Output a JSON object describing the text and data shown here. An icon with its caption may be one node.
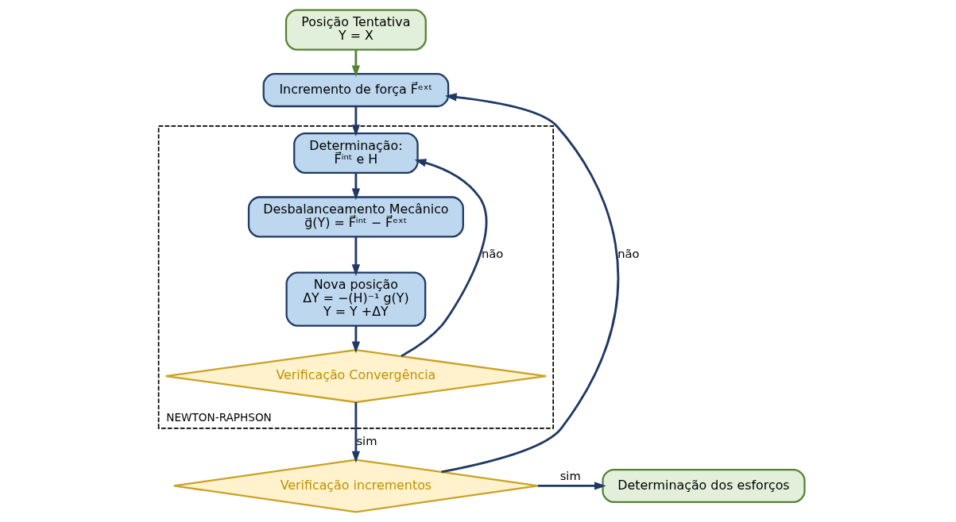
{
  "diagram": {
    "nodes": [
      {
        "text": [
          "Posição Tentativa",
          "Y = X"
        ]
      },
      {
        "text": [
          "Incremento de força F⃗ᵉˣᵗ"
        ]
      },
      {
        "text": [
          "NEWTON-RAPHSON"
        ]
      },
      {
        "text": [
          "Determinação:",
          "F⃗ⁱⁿᵗ e H"
        ],
        "in": 2
      },
      {
        "text": [
          "Desbalanceamento Mecânico",
          "g⃗(Y) = F⃗ⁱⁿᵗ − F⃗ᵉˣᵗ"
        ],
        "in": 2
      },
      {
        "text": [
          "Nova posição",
          "ΔY = −(H)⁻¹ g(Y)",
          "Y = Y +ΔY"
        ],
        "in": 2
      },
      {
        "text": [
          "Verificação Convergência"
        ],
        "in": 2
      },
      {
        "text": [
          "Verificação incrementos"
        ]
      },
      {
        "text": [
          "Determinação dos esforços"
        ]
      }
    ],
    "edges": [
      {
        "from": 0,
        "to": 1,
        "arrow": "to",
        "color": "#548235"
      },
      {
        "from": 1,
        "to": 3,
        "arrow": "to"
      },
      {
        "from": 3,
        "to": 4,
        "arrow": "to"
      },
      {
        "from": 4,
        "to": 5,
        "arrow": "to"
      },
      {
        "from": 5,
        "to": 6,
        "arrow": "to"
      },
      {
        "from": 6,
        "to": 3,
        "arrow": "to",
        "label": "não"
      },
      {
        "from": 6,
        "to": 7,
        "arrow": "to",
        "label": "sim"
      },
      {
        "from": 7,
        "to": 1,
        "arrow": "to",
        "label": "não"
      },
      {
        "from": 7,
        "to": 8,
        "arrow": "to",
        "label": "sim"
      }
    ]
  }
}
